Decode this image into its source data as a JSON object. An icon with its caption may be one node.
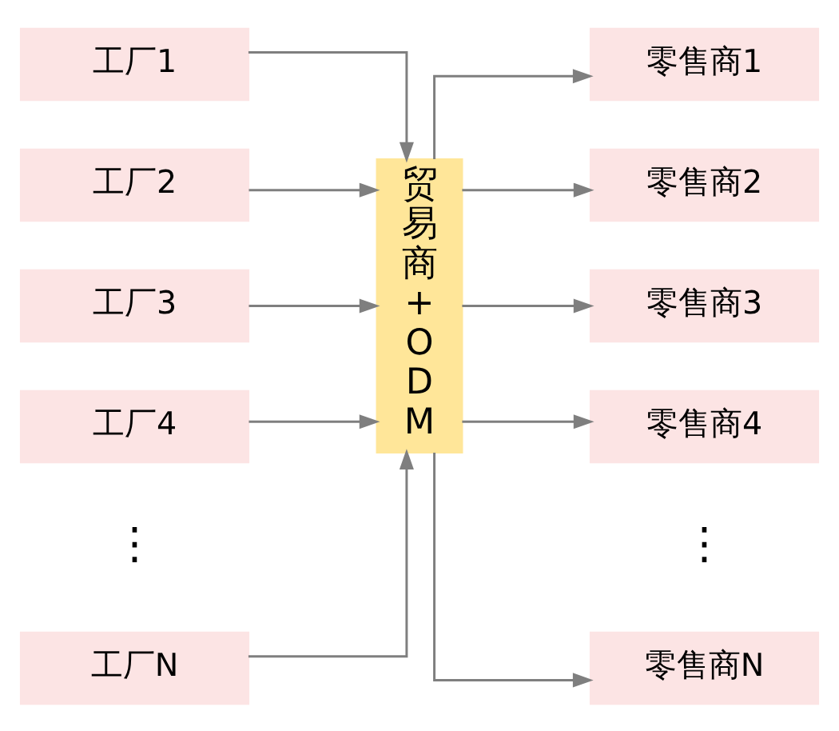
{
  "diagram": {
    "nodes": [
      {
        "text": [
          "工厂1"
        ]
      },
      {
        "text": [
          "工厂2"
        ]
      },
      {
        "text": [
          "工厂3"
        ]
      },
      {
        "text": [
          "工厂4"
        ]
      },
      {
        "text": [
          "工厂N"
        ]
      },
      {
        "text": [
          "贸易商+ODM"
        ]
      },
      {
        "text": [
          "零售商1"
        ]
      },
      {
        "text": [
          "零售商2"
        ]
      },
      {
        "text": [
          "零售商3"
        ]
      },
      {
        "text": [
          "零售商4"
        ]
      },
      {
        "text": [
          "零售商N"
        ]
      }
    ],
    "edges": [
      {
        "from": 0,
        "to": 5,
        "arrow": "to"
      },
      {
        "from": 1,
        "to": 5,
        "arrow": "to"
      },
      {
        "from": 2,
        "to": 5,
        "arrow": "to"
      },
      {
        "from": 3,
        "to": 5,
        "arrow": "to"
      },
      {
        "from": 4,
        "to": 5,
        "arrow": "to"
      },
      {
        "from": 5,
        "to": 6,
        "arrow": "to"
      },
      {
        "from": 5,
        "to": 7,
        "arrow": "to"
      },
      {
        "from": 5,
        "to": 8,
        "arrow": "to"
      },
      {
        "from": 5,
        "to": 9,
        "arrow": "to"
      },
      {
        "from": 5,
        "to": 10,
        "arrow": "to"
      }
    ],
    "labels": [
      "⋮",
      "⋮"
    ]
  }
}
